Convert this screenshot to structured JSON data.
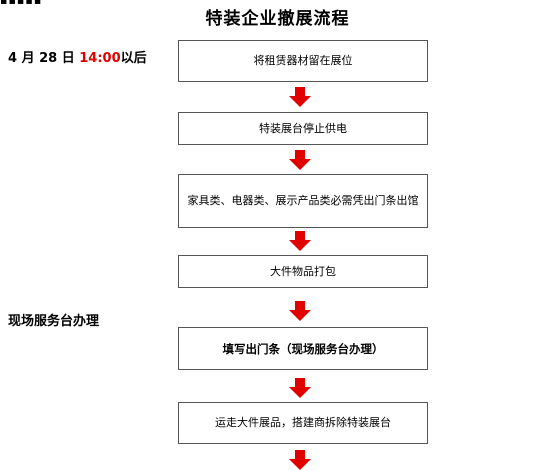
{
  "header": {
    "corner_text": "▪▪▪▪▪",
    "title": "特装企业撤展流程"
  },
  "side_labels": {
    "deadline_date": "4 月 28 日 ",
    "deadline_time": "14:00",
    "deadline_suffix": "以后",
    "service_desk": "现场服务台办理"
  },
  "steps": [
    {
      "text": "将租赁器材留在展位"
    },
    {
      "text": "特装展台停止供电"
    },
    {
      "text": "家具类、电器类、展示产品类必需凭出门条出馆"
    },
    {
      "text": "大件物品打包"
    },
    {
      "text": "填写出门条（现场服务台办理）"
    },
    {
      "text": "运走大件展品，搭建商拆除特装展台"
    }
  ],
  "colors": {
    "arrow": "#e00000",
    "deadline_time": "#e00000",
    "box_border": "#555555"
  }
}
